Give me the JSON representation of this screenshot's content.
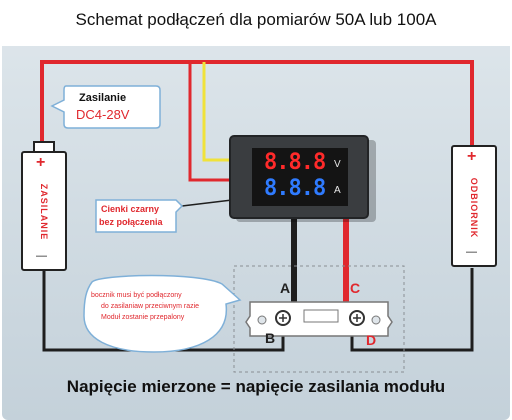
{
  "header": {
    "title": "Schemat podłączeń dla pomiarów 50A lub 100A"
  },
  "power_callout": {
    "label": "Zasilanie",
    "range": "DC4-28V"
  },
  "battery": {
    "plus": "+",
    "label": "ZASILANIE",
    "minus": "—"
  },
  "load": {
    "plus": "+",
    "label": "ODBIORNIK",
    "minus": "—"
  },
  "meter": {
    "voltage_digits": "8.8.8",
    "voltage_unit": "V",
    "current_digits": "8.8.8",
    "current_unit": "A"
  },
  "thin_wire_callout": {
    "line1": "Cienki czarny",
    "line2": "bez połączenia"
  },
  "shunt_callout": {
    "line1": "bocznik musi być podłączony",
    "line2": "do zasilaniaw  przeciwnym razie",
    "line3": "Moduł zostanie przepalony"
  },
  "terminals": {
    "a": "A",
    "b": "B",
    "c": "C",
    "d": "D"
  },
  "footer": {
    "caption": "Napięcie mierzone = napięcie zasilania modułu"
  },
  "colors": {
    "background": "#ced9e1",
    "wire_red": "#e0282e",
    "wire_black": "#1e1e1e",
    "wire_yellow": "#f0e23a",
    "callout_text_red": "#e0282e",
    "meter_red_digits": "#ff2a2a",
    "meter_blue_digits": "#2f7bff"
  }
}
